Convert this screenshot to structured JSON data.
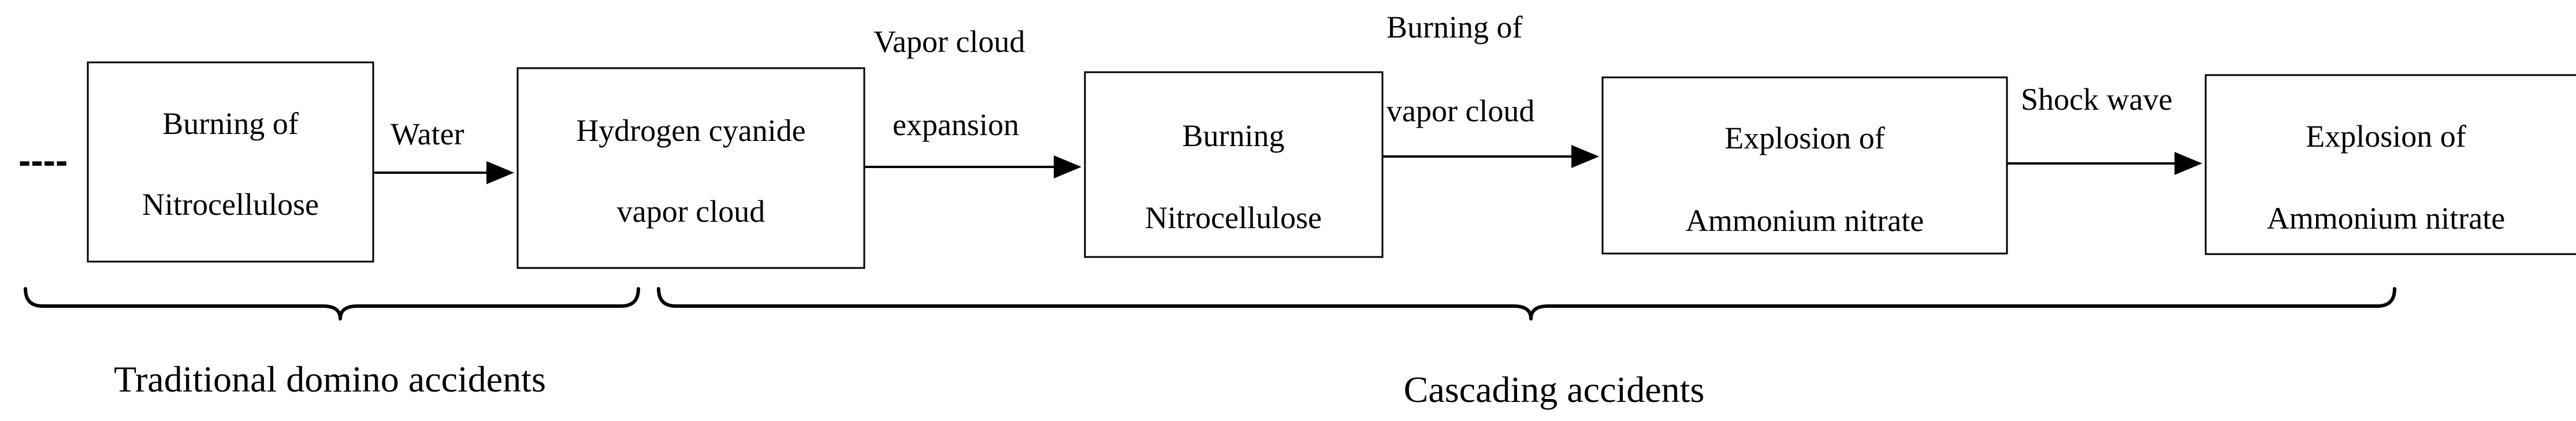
{
  "boxes": [
    {
      "line1": "Burning of",
      "line2": "Nitrocellulose"
    },
    {
      "line1": "Hydrogen cyanide",
      "line2": "vapor cloud"
    },
    {
      "line1": "Burning",
      "line2": "Nitrocellulose"
    },
    {
      "line1": "Explosion of",
      "line2": "Ammonium nitrate"
    },
    {
      "line1": "Explosion of",
      "line2": "Ammonium nitrate"
    }
  ],
  "arrows": [
    {
      "line1": "Water",
      "line2": ""
    },
    {
      "line1": "Vapor cloud",
      "line2": "expansion"
    },
    {
      "line1": "Burning of",
      "line2": "vapor cloud"
    },
    {
      "line1": "Shock wave",
      "line2": ""
    }
  ],
  "leading_marker": "----",
  "groups": {
    "left": "Traditional domino accidents",
    "right": "Cascading accidents"
  }
}
